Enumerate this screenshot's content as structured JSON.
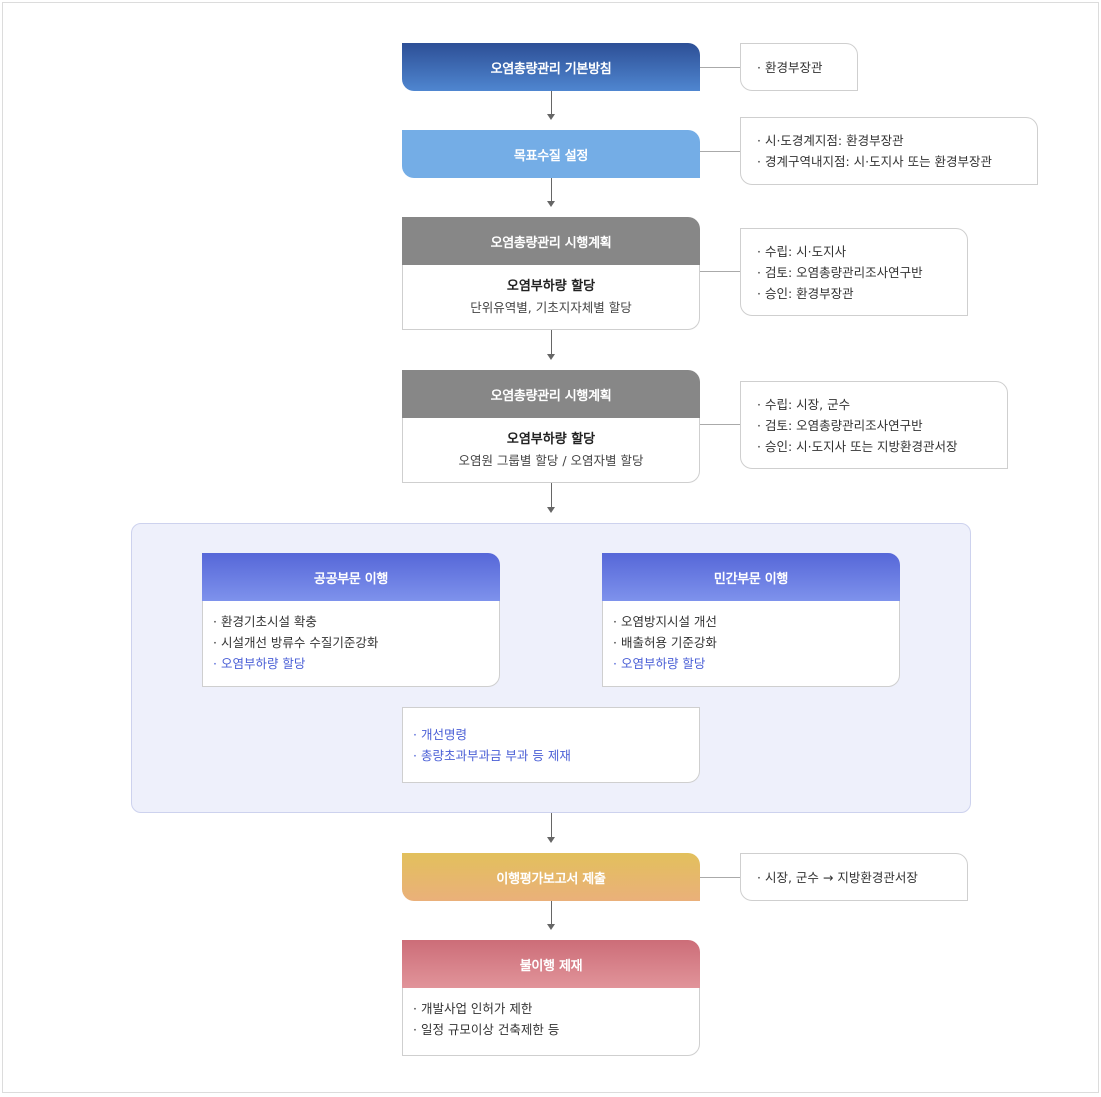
{
  "steps": {
    "basic_policy": "오염총량관리 기본방침",
    "target_quality": "목표수질 설정",
    "plan1": {
      "header": "오염총량관리 시행계획",
      "title": "오염부하량 할당",
      "subtitle": "단위유역별, 기초지자체별 할당"
    },
    "plan2": {
      "header": "오염총량관리 시행계획",
      "title": "오염부하량 할당",
      "subtitle": "오염원 그룹별 할당 / 오염자별 할당"
    },
    "public": {
      "header": "공공부문 이행",
      "items": [
        "· 환경기초시설 확충",
        "· 시설개선 방류수 수질기준강화"
      ],
      "highlight": "· 오염부하량 할당"
    },
    "private": {
      "header": "민간부문 이행",
      "items": [
        "· 오염방지시설 개선",
        "· 배출허용 기준강화"
      ],
      "highlight": "· 오염부하량 할당"
    },
    "enforcement": [
      "· 개선명령",
      "· 총량초과부과금 부과 등 제재"
    ],
    "report": "이행평가보고서 제출",
    "noncompliance": {
      "header": "불이행 제재",
      "items": [
        "· 개발사업 인허가 제한",
        "· 일정 규모이상 건축제한 등"
      ]
    }
  },
  "notes": {
    "n1": [
      "· 환경부장관"
    ],
    "n2": [
      "· 시·도경계지점: 환경부장관",
      "· 경계구역내지점: 시·도지사 또는 환경부장관"
    ],
    "n3": [
      "· 수립: 시·도지사",
      "· 검토: 오염총량관리조사연구반",
      "· 승인: 환경부장관"
    ],
    "n4": [
      "· 수립: 시장, 군수",
      "· 검토: 오염총량관리조사연구반",
      "· 승인: 시·도지사 또는 지방환경관서장"
    ],
    "n5": [
      "· 시장, 군수 → 지방환경관서장"
    ]
  },
  "colors": {
    "navy_top": "#2d4f96",
    "navy_bottom": "#4f86d0",
    "sky": "#74ade6",
    "gray": "#878787",
    "indigo_top": "#5667d8",
    "indigo_bottom": "#7e92ec",
    "gold_top": "#e2c05c",
    "gold_bottom": "#eab07a",
    "rose_top": "#cc6d78",
    "rose_bottom": "#e1949a",
    "accent_text": "#4a5fd6"
  }
}
